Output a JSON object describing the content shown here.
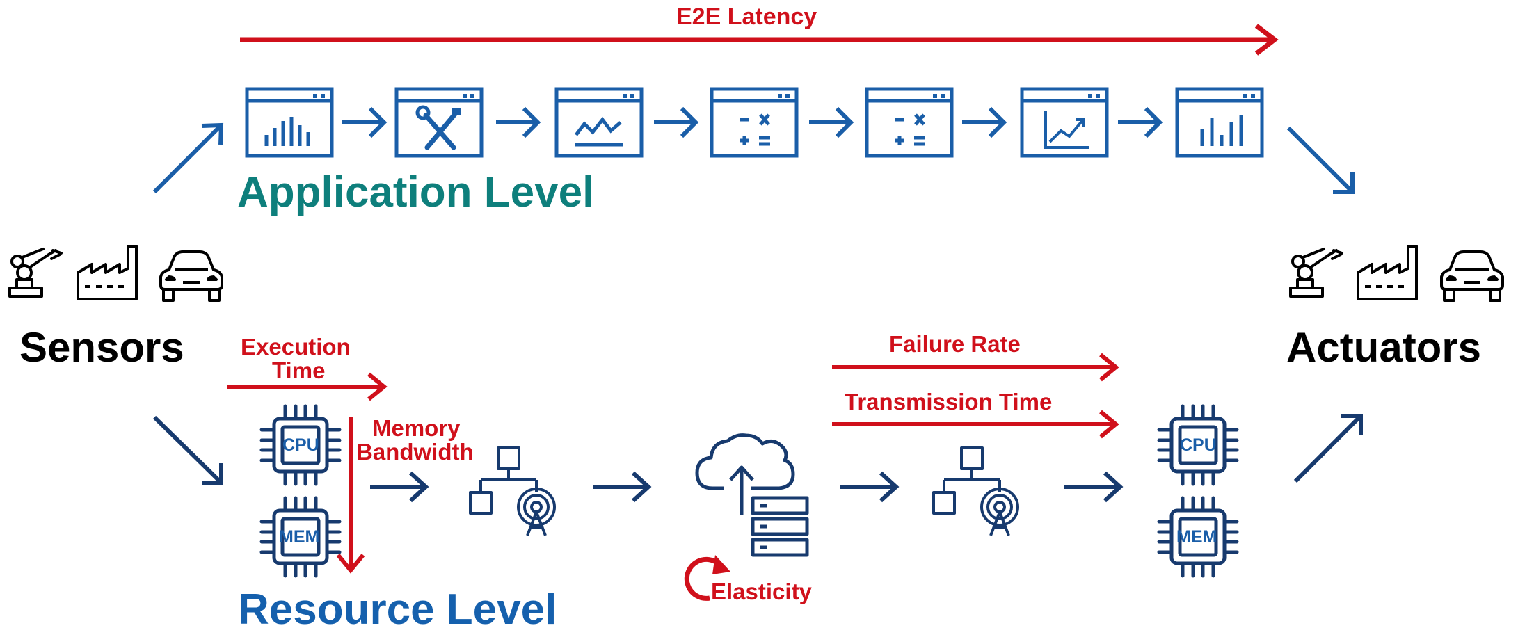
{
  "colors": {
    "metric_red": "#d0101b",
    "app_teal": "#0e7f7c",
    "resource_blue": "#1560ad",
    "icon_blue": "#1a5ea8",
    "navy": "#173a6e",
    "text_black": "#000000"
  },
  "labels": {
    "e2e_latency": "E2E Latency",
    "application_level": "Application Level",
    "resource_level": "Resource Level",
    "sensors": "Sensors",
    "actuators": "Actuators",
    "execution_time_line1": "Execution",
    "execution_time_line2": "Time",
    "memory_bandwidth_line1": "Memory",
    "memory_bandwidth_line2": "Bandwidth",
    "failure_rate": "Failure Rate",
    "transmission_time": "Transmission Time",
    "elasticity": "Elasticity",
    "cpu": "CPU",
    "mem": "MEM"
  },
  "application_pipeline": [
    {
      "icon": "bar-chart-window-icon"
    },
    {
      "icon": "tools-window-icon"
    },
    {
      "icon": "line-chart-window-icon"
    },
    {
      "icon": "calculator-window-icon"
    },
    {
      "icon": "calculator-window-icon"
    },
    {
      "icon": "trend-chart-window-icon"
    },
    {
      "icon": "bars-window-icon"
    }
  ],
  "device_icons": [
    "robot-arm-icon",
    "factory-icon",
    "car-icon"
  ],
  "resource_icons": [
    "cpu-chip-icon",
    "memory-chip-icon",
    "network-antenna-icon",
    "cloud-server-icon",
    "network-antenna-icon",
    "cpu-chip-icon",
    "memory-chip-icon"
  ]
}
